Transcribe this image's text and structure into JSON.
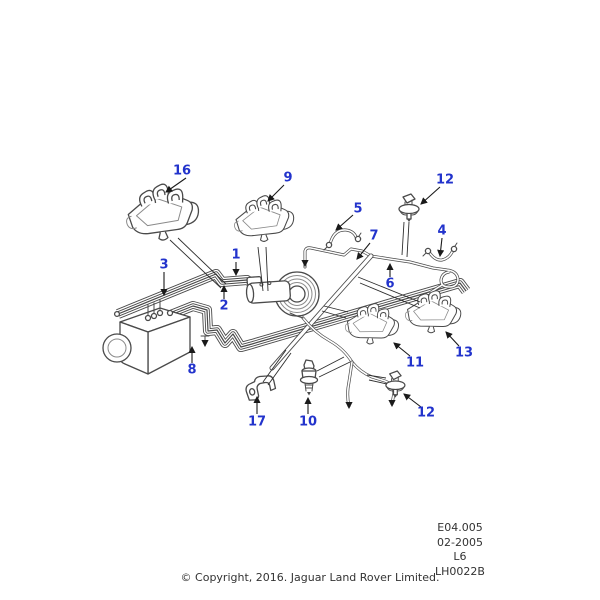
{
  "diagram": {
    "type": "parts-diagram",
    "subject_glyphs": [
      {
        "callout": "1",
        "glyph": "brake-pipe-bundle"
      },
      {
        "callout": "2",
        "glyph": "brake-pipe-bundle"
      },
      {
        "callout": "3",
        "glyph": "brake-pipe-bundle"
      },
      {
        "callout": "4",
        "glyph": "flexible-hose"
      },
      {
        "callout": "5",
        "glyph": "flexible-hose"
      },
      {
        "callout": "6",
        "glyph": "brake-pipe"
      },
      {
        "callout": "7",
        "glyph": "brake-pipe"
      },
      {
        "callout": "8",
        "glyph": "brake-pipe-with-stud"
      },
      {
        "callout": "9",
        "glyph": "multi-pipe-clip-bracket"
      },
      {
        "callout": "10",
        "glyph": "pressure-switch"
      },
      {
        "callout": "11",
        "glyph": "multi-pipe-clip-bracket"
      },
      {
        "callout": "12",
        "glyph": "push-pin-clip"
      },
      {
        "callout": "13",
        "glyph": "multi-pipe-clip-bracket"
      },
      {
        "callout": "16",
        "glyph": "multi-pipe-clip-bracket"
      },
      {
        "callout": "17",
        "glyph": "saddle-clip"
      }
    ],
    "callouts": {
      "c16": "16",
      "c9": "9",
      "c12_top": "12",
      "c5": "5",
      "c4": "4",
      "c7": "7",
      "c1": "1",
      "c3": "3",
      "c6": "6",
      "c2": "2",
      "c8": "8",
      "c11": "11",
      "c13": "13",
      "c17": "17",
      "c10": "10",
      "c12_bottom": "12"
    },
    "colors": {
      "background": "#ffffff",
      "line": "#4a4a4a",
      "callout": "#2233cc",
      "text": "#333333"
    }
  },
  "info_box": {
    "lines": [
      "E04.005",
      "02-2005",
      "L6",
      "LH0022B"
    ]
  },
  "footer": {
    "copyright": "© Copyright, 2016. Jaguar Land Rover Limited."
  }
}
